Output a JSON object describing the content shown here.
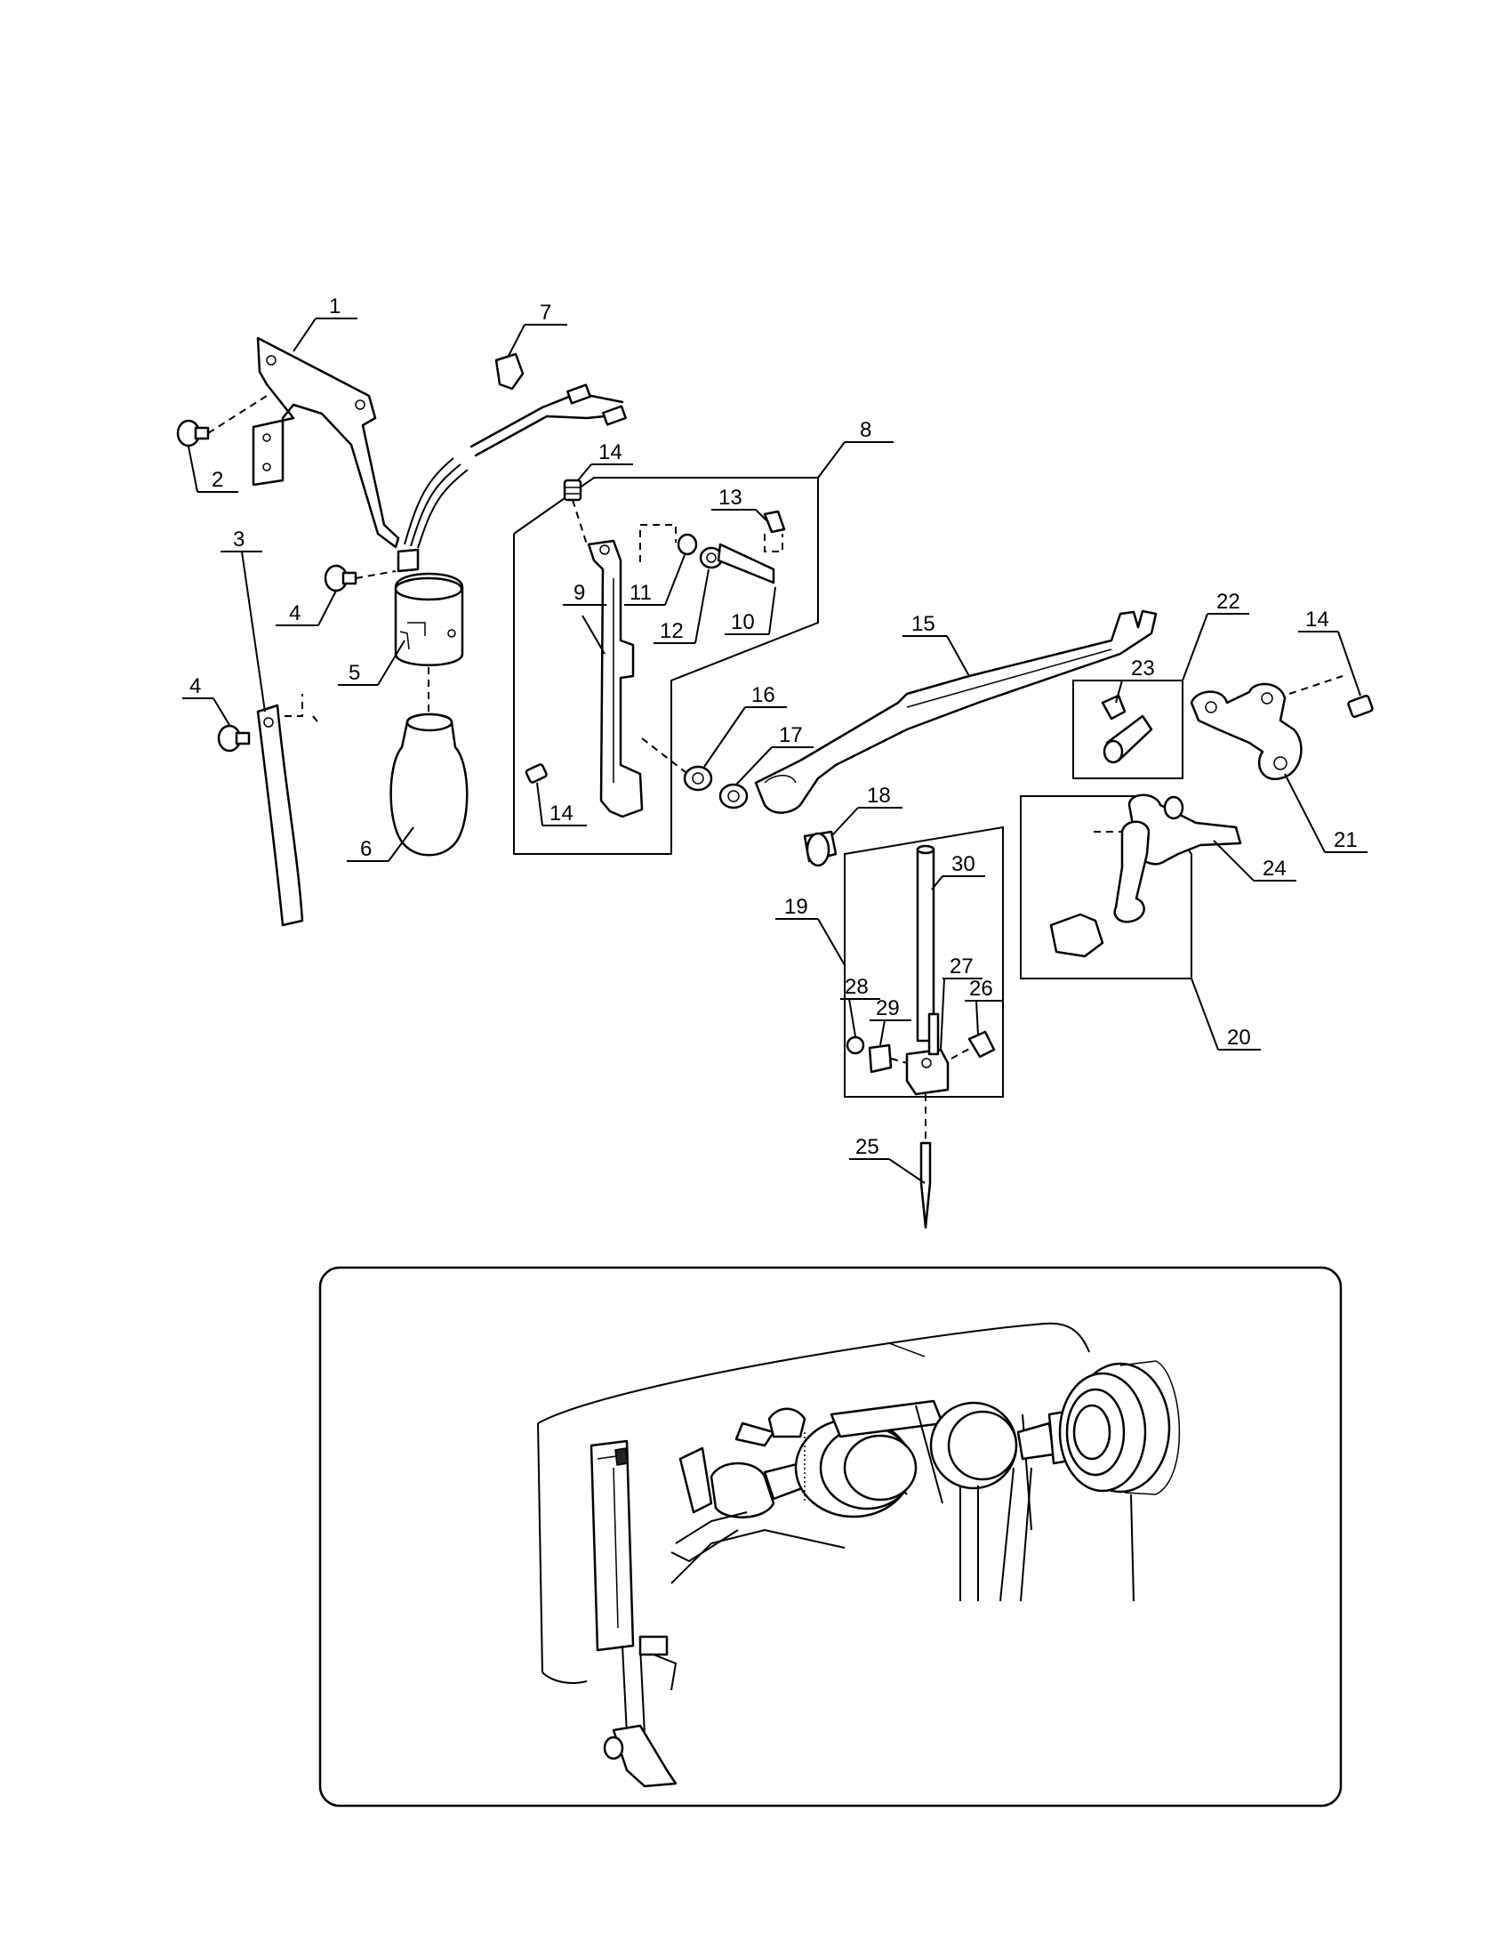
{
  "diagram": {
    "callouts": [
      {
        "id": "c1",
        "text": "1"
      },
      {
        "id": "c2",
        "text": "2"
      },
      {
        "id": "c3",
        "text": "3"
      },
      {
        "id": "c4a",
        "text": "4"
      },
      {
        "id": "c4b",
        "text": "4"
      },
      {
        "id": "c5",
        "text": "5"
      },
      {
        "id": "c6",
        "text": "6"
      },
      {
        "id": "c7",
        "text": "7"
      },
      {
        "id": "c8",
        "text": "8"
      },
      {
        "id": "c9",
        "text": "9"
      },
      {
        "id": "c10",
        "text": "10"
      },
      {
        "id": "c11",
        "text": "11"
      },
      {
        "id": "c12",
        "text": "12"
      },
      {
        "id": "c13",
        "text": "13"
      },
      {
        "id": "c14a",
        "text": "14"
      },
      {
        "id": "c14b",
        "text": "14"
      },
      {
        "id": "c14c",
        "text": "14"
      },
      {
        "id": "c15",
        "text": "15"
      },
      {
        "id": "c16",
        "text": "16"
      },
      {
        "id": "c17",
        "text": "17"
      },
      {
        "id": "c18",
        "text": "18"
      },
      {
        "id": "c19",
        "text": "19"
      },
      {
        "id": "c20",
        "text": "20"
      },
      {
        "id": "c21",
        "text": "21"
      },
      {
        "id": "c22",
        "text": "22"
      },
      {
        "id": "c23",
        "text": "23"
      },
      {
        "id": "c24",
        "text": "24"
      },
      {
        "id": "c25",
        "text": "25"
      },
      {
        "id": "c26",
        "text": "26"
      },
      {
        "id": "c27",
        "text": "27"
      },
      {
        "id": "c28",
        "text": "28"
      },
      {
        "id": "c29",
        "text": "29"
      },
      {
        "id": "c30",
        "text": "30"
      }
    ]
  }
}
